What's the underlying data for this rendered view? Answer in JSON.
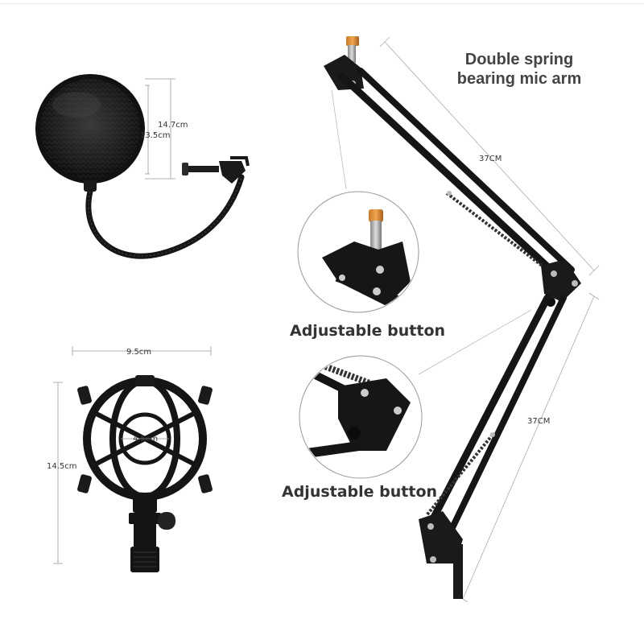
{
  "title": {
    "line1": "Double spring",
    "line2": "bearing mic arm"
  },
  "callouts": {
    "upper_label": "Adjustable button",
    "lower_label": "Adjustable button"
  },
  "dimensions": {
    "pop_filter_outer": "14.7cm",
    "pop_filter_inner": "13.5cm",
    "shock_mount_width": "9.5cm",
    "shock_mount_height": "14.5cm",
    "shock_mount_inner": "4.5cm",
    "arm_upper": "37CM",
    "arm_lower": "37CM"
  }
}
